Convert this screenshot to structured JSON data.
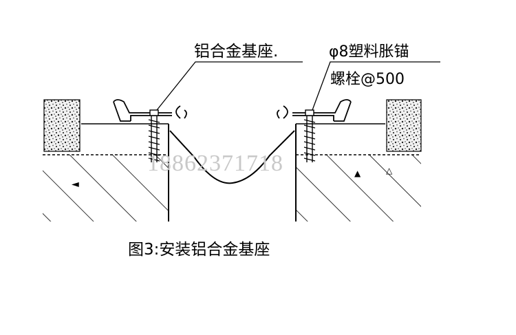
{
  "labels": {
    "base_seat": "铝合金基座.",
    "anchor_line1": "φ8塑料胀锚",
    "anchor_line2": "螺栓@500"
  },
  "caption": "图3:安装铝合金基座",
  "watermark": "18862371718",
  "colors": {
    "line": "#000000",
    "hatch": "#000000",
    "concrete": "#e8e8e8",
    "watermark": "#c8c8c8"
  }
}
